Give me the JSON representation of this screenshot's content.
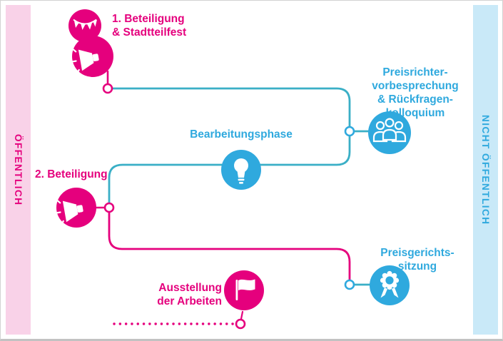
{
  "diagram": {
    "bands": {
      "left": {
        "label": "ÖFFENTLICH"
      },
      "right": {
        "label": "NICHT ÖFFENTLICH"
      }
    },
    "nodes": {
      "beteiligung1": {
        "label": "1. Beteiligung\n& Stadtteilfest",
        "icons": [
          "bunting-icon",
          "megaphone-icon"
        ],
        "color": "#e5007d"
      },
      "preisrichter": {
        "label": "Preisrichter-\nvorbesprechung\n& Rückfragen-\nkolloquium",
        "icons": [
          "jury-people-icon"
        ],
        "color": "#2fa9de"
      },
      "bearbeitungsphase": {
        "label": "Bearbeitungsphase",
        "icons": [
          "lightbulb-icon"
        ],
        "color": "#2fa9de"
      },
      "beteiligung2": {
        "label": "2. Beteiligung",
        "icons": [
          "megaphone-icon"
        ],
        "color": "#e5007d"
      },
      "preisgericht": {
        "label": "Preisgerichts-\nsitzung",
        "icons": [
          "rosette-award-icon"
        ],
        "color": "#2fa9de"
      },
      "ausstellung": {
        "label": "Ausstellung\nder Arbeiten",
        "icons": [
          "flag-icon"
        ],
        "color": "#e5007d"
      }
    },
    "palette": {
      "pink": "#e5007d",
      "pink_band_bg": "#f9d2e8",
      "blue": "#2fa9de",
      "blue_band_bg": "#c9e9f8",
      "line_teal": "#3aafc6"
    }
  }
}
